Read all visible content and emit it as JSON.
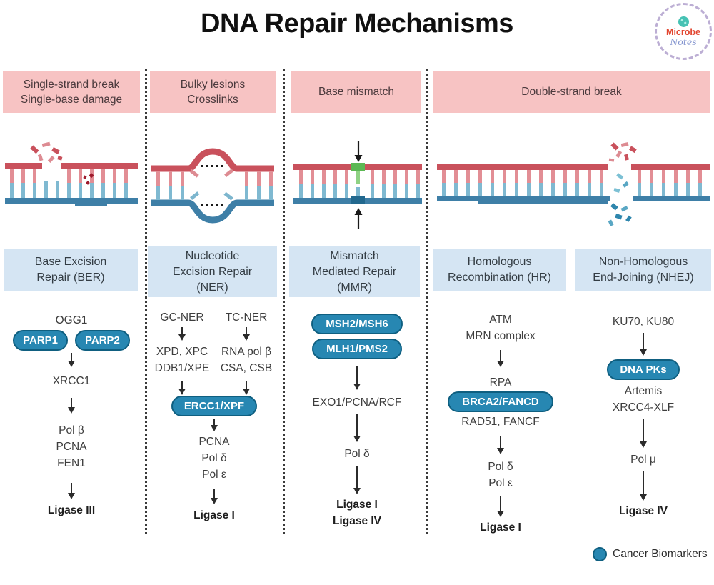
{
  "title": "DNA Repair Mechanisms",
  "logo": {
    "name_top": "Microbe",
    "name_bottom": "Notes"
  },
  "damage_types": [
    {
      "label": "Single-strand break\nSingle-base damage"
    },
    {
      "label": "Bulky lesions\nCrosslinks"
    },
    {
      "label": "Base mismatch"
    },
    {
      "label": "Double-strand break"
    }
  ],
  "repair_pathways": [
    {
      "label": "Base Excision\nRepair (BER)"
    },
    {
      "label": "Nucleotide\nExcision Repair\n(NER)"
    },
    {
      "label": "Mismatch\nMediated Repair\n(MMR)"
    },
    {
      "label": "Homologous\nRecombination (HR)"
    },
    {
      "label": "Non-Homologous\nEnd-Joining (NHEJ)"
    }
  ],
  "flows": {
    "ber": {
      "step1": "OGG1",
      "pill1": "PARP1",
      "pill2": "PARP2",
      "step2": "XRCC1",
      "step3": "Pol β\nPCNA\nFEN1",
      "final": "Ligase III"
    },
    "ner": {
      "branch_left_title": "GC-NER",
      "branch_left_step": "XPD, XPC\nDDB1/XPE",
      "branch_right_title": "TC-NER",
      "branch_right_step": "RNA pol β\nCSA, CSB",
      "pill": "ERCC1/XPF",
      "step": "PCNA\nPol δ\nPol ε",
      "final": "Ligase I"
    },
    "mmr": {
      "pill1": "MSH2/MSH6",
      "pill2": "MLH1/PMS2",
      "step1": "EXO1/PCNA/RCF",
      "step2": "Pol δ",
      "final": "Ligase I\nLigase IV"
    },
    "hr": {
      "step1": "ATM\nMRN complex",
      "step2": "RPA",
      "pill": "BRCA2/FANCD",
      "step3": "RAD51, FANCF",
      "step4": "Pol δ\nPol ε",
      "final": "Ligase I"
    },
    "nhej": {
      "step1": "KU70, KU80",
      "pill": "DNA PKs",
      "step2": "Artemis",
      "step3": "XRCC4-XLF",
      "step4": "Pol μ",
      "final": "Ligase IV"
    }
  },
  "legend": {
    "label": "Cancer Biomarkers"
  },
  "colors": {
    "damage_header_bg": "#f7c3c3",
    "pathway_header_bg": "#d5e5f3",
    "biomarker_pill": "#2787b2",
    "biomarker_pill_border": "#0f5f80",
    "dna_strand_red": "#c9515c",
    "dna_rung_red": "#e28e95",
    "dna_strand_blue": "#3e7fa7",
    "dna_rung_blue": "#7fb9d1",
    "mismatch_green": "#5cb854",
    "arrow": "#2b2b2b"
  }
}
